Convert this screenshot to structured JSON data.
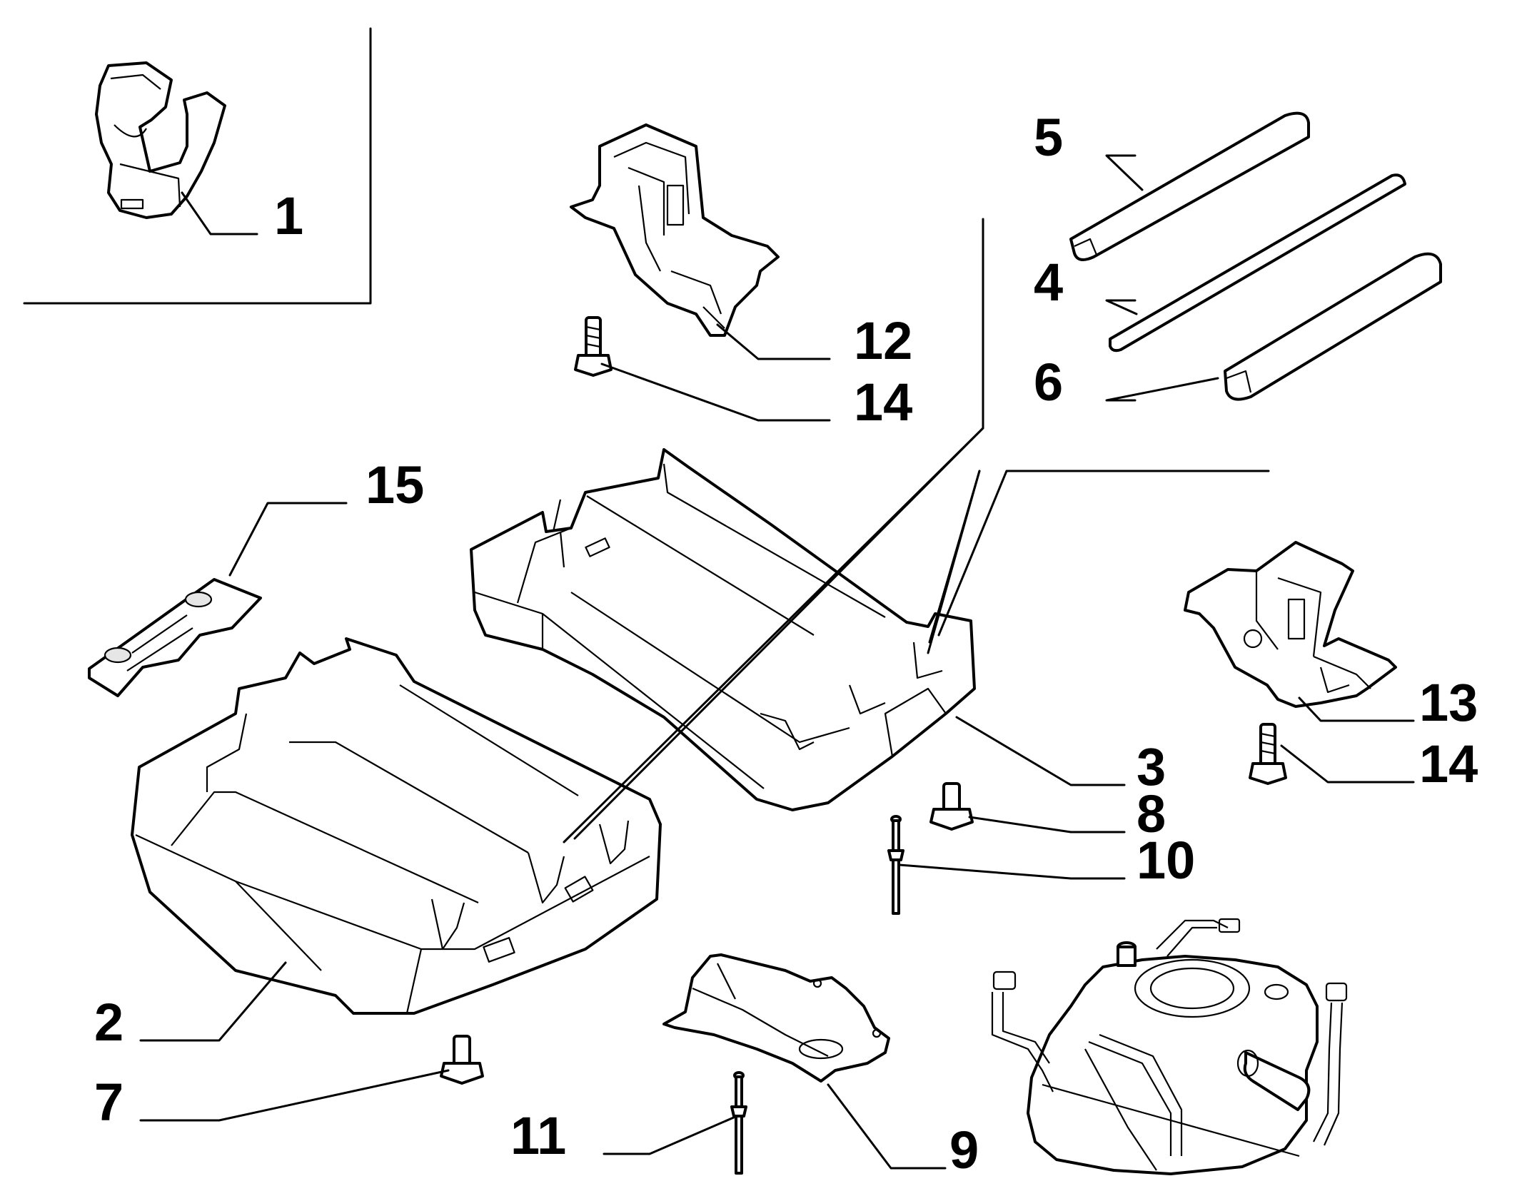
{
  "diagram": {
    "callouts": [
      {
        "id": "c1",
        "label": "1"
      },
      {
        "id": "c2",
        "label": "2"
      },
      {
        "id": "c3",
        "label": "3"
      },
      {
        "id": "c4",
        "label": "4"
      },
      {
        "id": "c5",
        "label": "5"
      },
      {
        "id": "c6",
        "label": "6"
      },
      {
        "id": "c7",
        "label": "7"
      },
      {
        "id": "c8",
        "label": "8"
      },
      {
        "id": "c9",
        "label": "9"
      },
      {
        "id": "c10",
        "label": "10"
      },
      {
        "id": "c11",
        "label": "11"
      },
      {
        "id": "c12",
        "label": "12"
      },
      {
        "id": "c13",
        "label": "13"
      },
      {
        "id": "c14a",
        "label": "14"
      },
      {
        "id": "c14b",
        "label": "14"
      },
      {
        "id": "c15",
        "label": "15"
      }
    ]
  }
}
